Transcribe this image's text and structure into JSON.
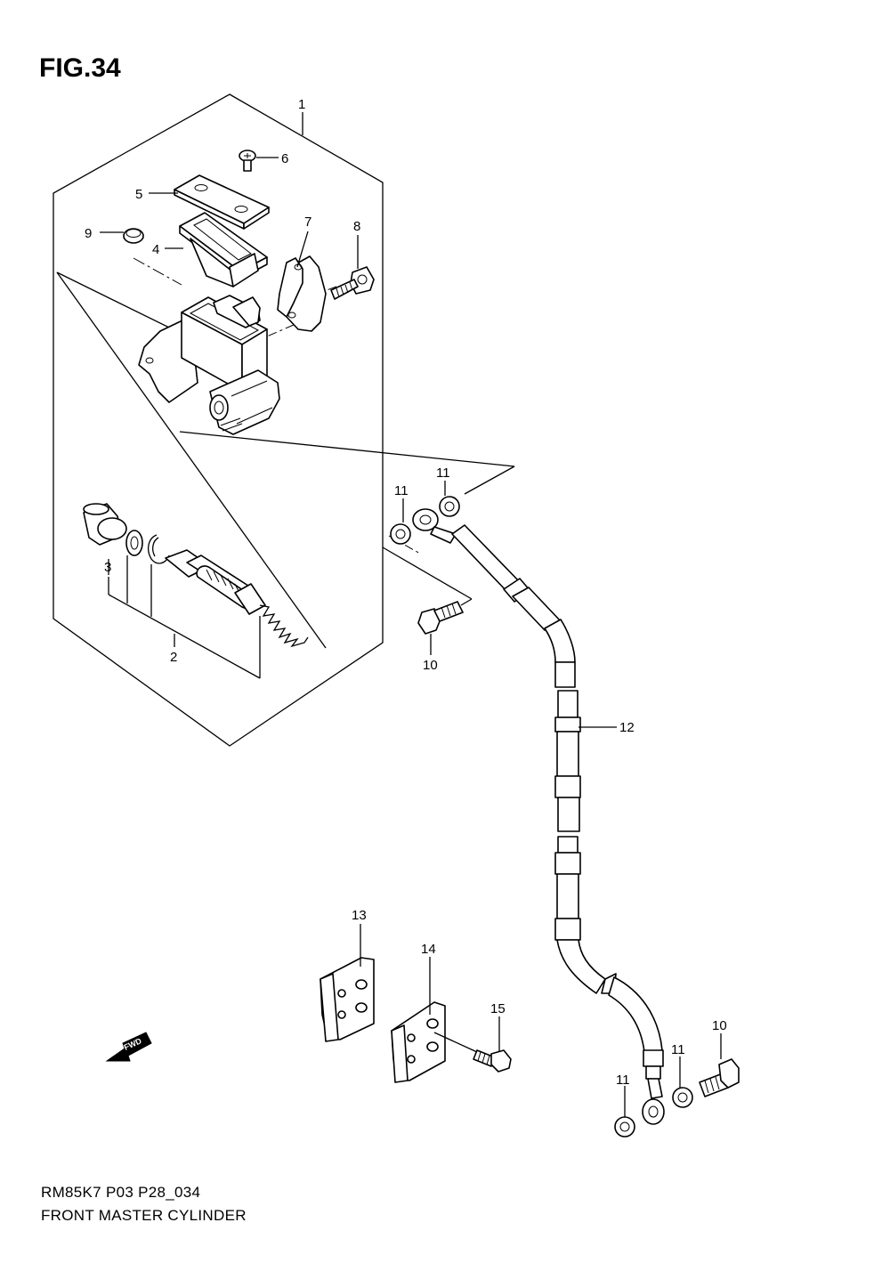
{
  "figure": {
    "title": "FIG.34",
    "model_code": "RM85K7  P03  P28_034",
    "caption": "FRONT MASTER CYLINDER"
  },
  "direction_tag": "FWD",
  "callouts": [
    "1",
    "2",
    "3",
    "4",
    "5",
    "6",
    "7",
    "8",
    "9",
    "10",
    "10",
    "11",
    "11",
    "11",
    "11",
    "12",
    "13",
    "14",
    "15"
  ]
}
